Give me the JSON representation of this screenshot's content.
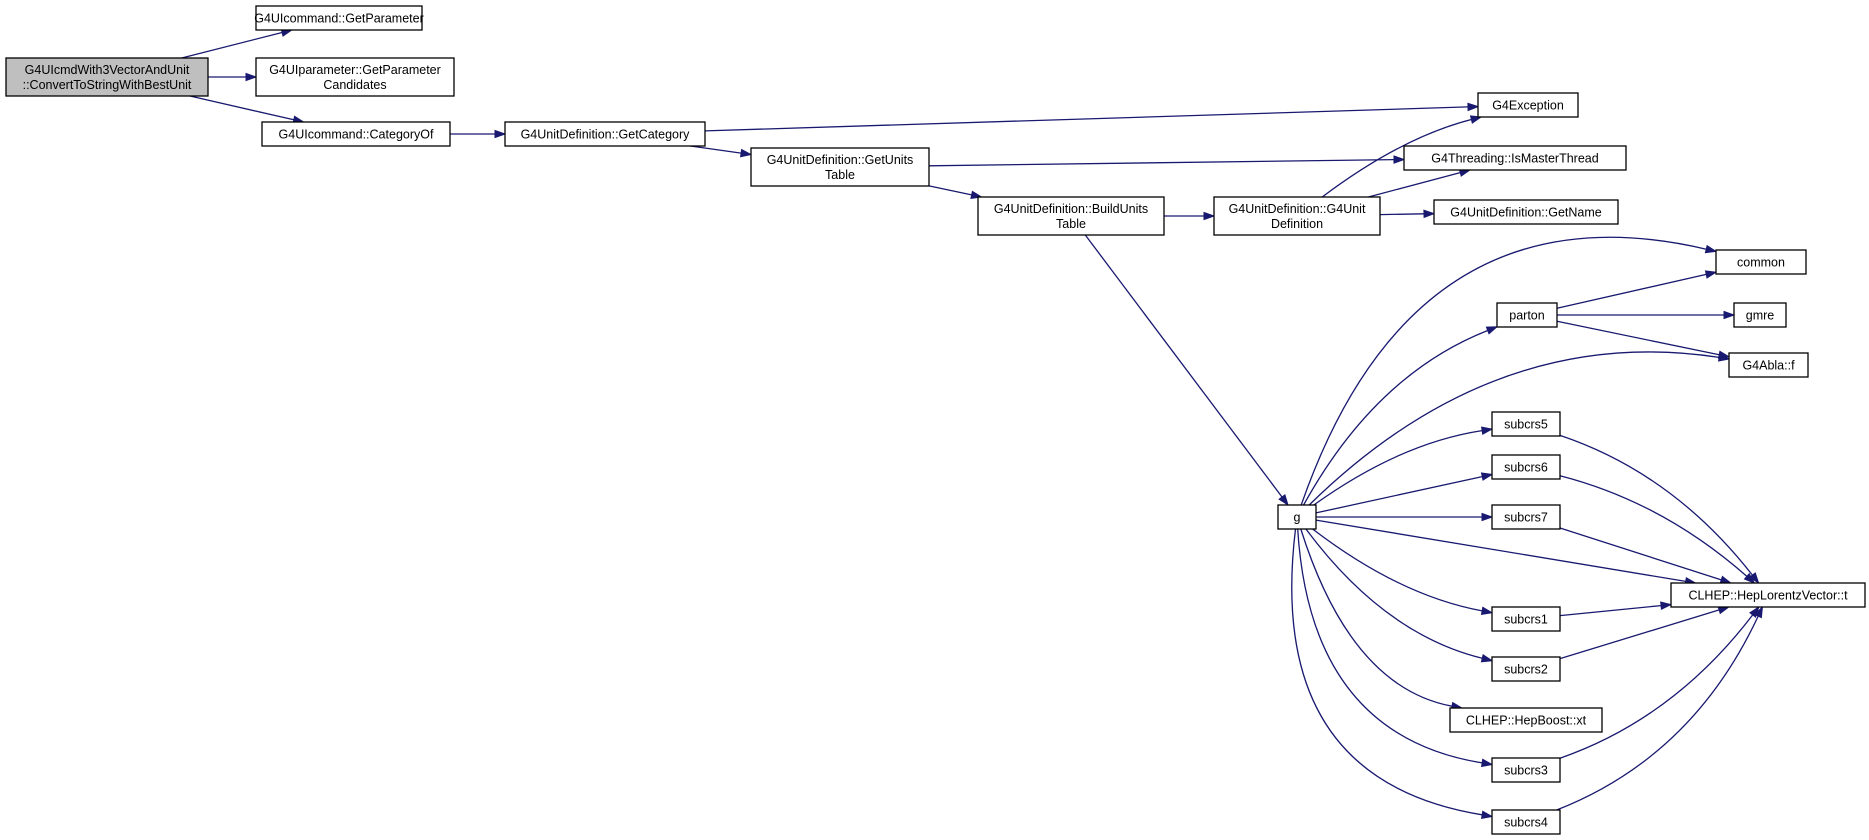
{
  "graph": {
    "title": "",
    "colors": {
      "edge": "#191970",
      "root_fill": "#bfbfbf",
      "node_fill": "#ffffff",
      "border": "#000000"
    },
    "nodes": [
      {
        "id": "root",
        "lines": [
          "G4UIcmdWith3VectorAndUnit",
          "::ConvertToStringWithBestUnit"
        ],
        "root": true
      },
      {
        "id": "getparam",
        "lines": [
          "G4UIcommand::GetParameter"
        ]
      },
      {
        "id": "cands",
        "lines": [
          "G4UIparameter::GetParameter",
          "Candidates"
        ]
      },
      {
        "id": "catof",
        "lines": [
          "G4UIcommand::CategoryOf"
        ]
      },
      {
        "id": "getcat",
        "lines": [
          "G4UnitDefinition::GetCategory"
        ]
      },
      {
        "id": "unitstable",
        "lines": [
          "G4UnitDefinition::GetUnits",
          "Table"
        ]
      },
      {
        "id": "buildunits",
        "lines": [
          "G4UnitDefinition::BuildUnits",
          "Table"
        ]
      },
      {
        "id": "g4unitdef",
        "lines": [
          "G4UnitDefinition::G4Unit",
          "Definition"
        ]
      },
      {
        "id": "exception",
        "lines": [
          "G4Exception"
        ]
      },
      {
        "id": "ismaster",
        "lines": [
          "G4Threading::IsMasterThread"
        ]
      },
      {
        "id": "getname",
        "lines": [
          "G4UnitDefinition::GetName"
        ]
      },
      {
        "id": "g",
        "lines": [
          "g"
        ]
      },
      {
        "id": "common",
        "lines": [
          "common"
        ]
      },
      {
        "id": "parton",
        "lines": [
          "parton"
        ]
      },
      {
        "id": "gmre",
        "lines": [
          "gmre"
        ]
      },
      {
        "id": "ablaf",
        "lines": [
          "G4Abla::f"
        ]
      },
      {
        "id": "subcrs5",
        "lines": [
          "subcrs5"
        ]
      },
      {
        "id": "subcrs6",
        "lines": [
          "subcrs6"
        ]
      },
      {
        "id": "subcrs7",
        "lines": [
          "subcrs7"
        ]
      },
      {
        "id": "heplt",
        "lines": [
          "CLHEP::HepLorentzVector::t"
        ]
      },
      {
        "id": "subcrs1",
        "lines": [
          "subcrs1"
        ]
      },
      {
        "id": "subcrs2",
        "lines": [
          "subcrs2"
        ]
      },
      {
        "id": "hepboost",
        "lines": [
          "CLHEP::HepBoost::xt"
        ]
      },
      {
        "id": "subcrs3",
        "lines": [
          "subcrs3"
        ]
      },
      {
        "id": "subcrs4",
        "lines": [
          "subcrs4"
        ]
      }
    ],
    "edges": [
      [
        "root",
        "getparam"
      ],
      [
        "root",
        "cands"
      ],
      [
        "root",
        "catof"
      ],
      [
        "catof",
        "getcat"
      ],
      [
        "getcat",
        "exception"
      ],
      [
        "getcat",
        "unitstable"
      ],
      [
        "unitstable",
        "ismaster"
      ],
      [
        "unitstable",
        "buildunits"
      ],
      [
        "buildunits",
        "g4unitdef"
      ],
      [
        "buildunits",
        "g"
      ],
      [
        "g4unitdef",
        "exception"
      ],
      [
        "g4unitdef",
        "ismaster"
      ],
      [
        "g4unitdef",
        "getname"
      ],
      [
        "g",
        "common"
      ],
      [
        "g",
        "parton"
      ],
      [
        "g",
        "ablaf"
      ],
      [
        "g",
        "subcrs5"
      ],
      [
        "g",
        "subcrs6"
      ],
      [
        "g",
        "subcrs7"
      ],
      [
        "g",
        "heplt"
      ],
      [
        "g",
        "subcrs1"
      ],
      [
        "g",
        "subcrs2"
      ],
      [
        "g",
        "hepboost"
      ],
      [
        "g",
        "subcrs3"
      ],
      [
        "g",
        "subcrs4"
      ],
      [
        "parton",
        "common"
      ],
      [
        "parton",
        "gmre"
      ],
      [
        "parton",
        "ablaf"
      ],
      [
        "subcrs5",
        "heplt"
      ],
      [
        "subcrs6",
        "heplt"
      ],
      [
        "subcrs7",
        "heplt"
      ],
      [
        "subcrs1",
        "heplt"
      ],
      [
        "subcrs2",
        "heplt"
      ],
      [
        "subcrs3",
        "heplt"
      ],
      [
        "subcrs4",
        "heplt"
      ]
    ]
  }
}
